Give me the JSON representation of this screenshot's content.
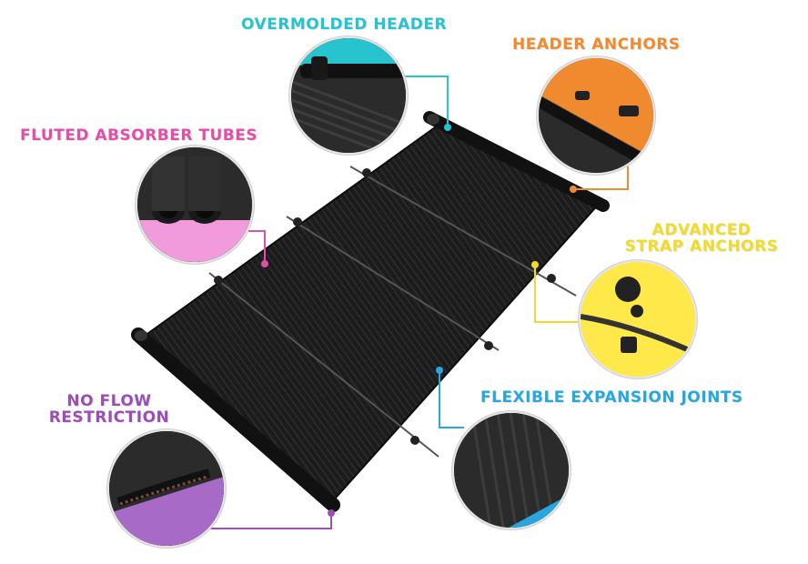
{
  "callouts": {
    "overmolded_header": {
      "label": "OVERMOLDED HEADER",
      "color": "#27c3cf"
    },
    "header_anchors": {
      "label": "HEADER ANCHORS",
      "color": "#f08a2e"
    },
    "fluted_absorber_tubes": {
      "label": "FLUTED ABSORBER TUBES",
      "color": "#e04fa8"
    },
    "advanced_strap_anchors": {
      "label_line1": "ADVANCED",
      "label_line2": "STRAP ANCHORS",
      "color": "#f0db2a"
    },
    "flexible_expansion_joints": {
      "label": "FLEXIBLE EXPANSION JOINTS",
      "color": "#27a7dd"
    },
    "no_flow_restriction": {
      "label_line1": "NO FLOW",
      "label_line2": "RESTRICTION",
      "color": "#9b4fb4"
    }
  },
  "panel": {
    "color": "#1b1b1b",
    "header_color": "#111111"
  }
}
